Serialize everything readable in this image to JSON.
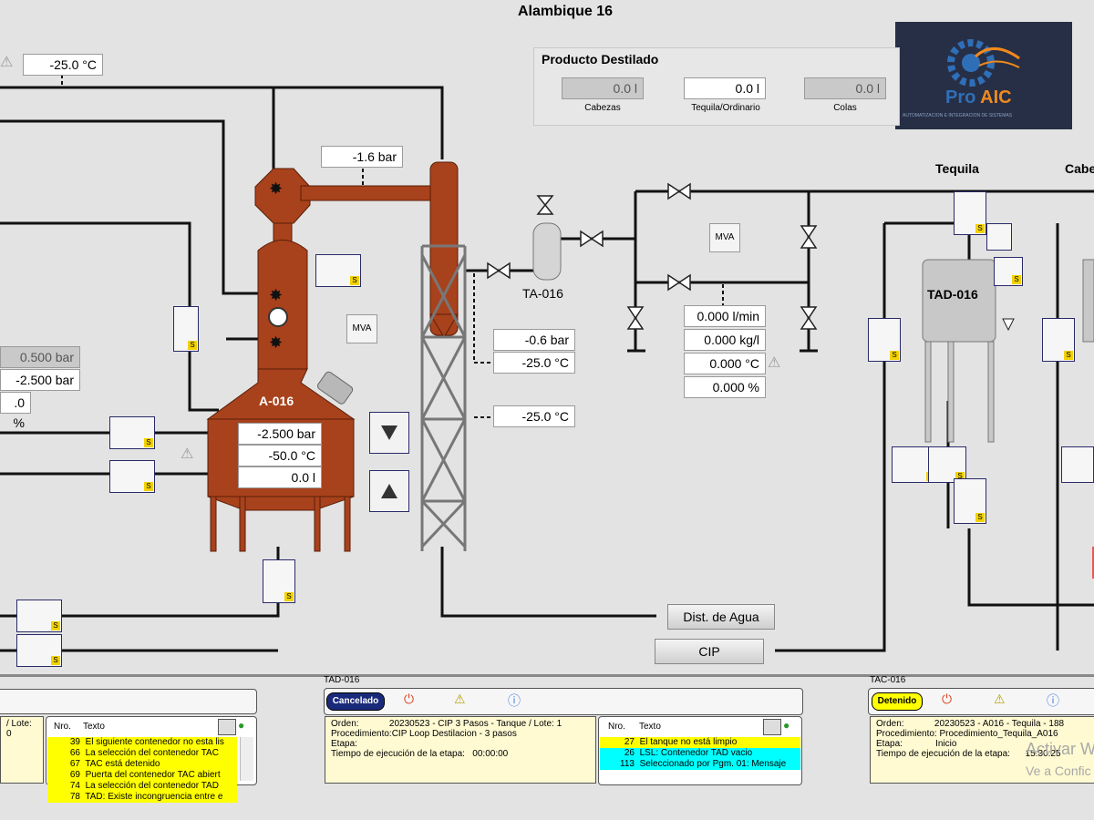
{
  "window": {
    "title": "Alambique 16"
  },
  "logo": {
    "text_pro": "Pro",
    "text_aic": "AIC",
    "tagline": "AUTOMATIZACION E INTEGRACION DE SISTEMAS"
  },
  "top_left": {
    "temp": "-25.0 °C"
  },
  "producto_destilado": {
    "title": "Producto Destilado",
    "cabezas": {
      "value": "0.0  l",
      "label": "Cabezas"
    },
    "tequila": {
      "value": "0.0  l",
      "label": "Tequila/Ordinario"
    },
    "colas": {
      "value": "0.0  l",
      "label": "Colas"
    }
  },
  "still": {
    "name": "A-016",
    "pressure_top": "-1.6 bar",
    "mva_label": "MVA",
    "readings": [
      "-2.500 bar",
      "-50.0 °C",
      "0.0  l"
    ]
  },
  "left_readings": [
    "0.500 bar",
    "-2.500 bar",
    ".0 %"
  ],
  "column": {
    "readings": [
      "-0.6 bar",
      "-25.0 °C",
      "-25.0 °C"
    ]
  },
  "ta": {
    "name": "TA-016"
  },
  "mva2": {
    "label": "MVA"
  },
  "flow": [
    "0.000 l/min",
    "0.000 kg/l",
    "0.000 °C",
    "0.000 %"
  ],
  "tad": {
    "name": "TAD-016",
    "section_tequila": "Tequila",
    "section_cabezas": "Cabe"
  },
  "buttons": {
    "dist_agua": "Dist. de Agua",
    "cip": "CIP"
  },
  "bottom_left": {
    "lote_label": "/ Lote: 0",
    "col_nro": "Nro.",
    "col_texto": "Texto",
    "alarms": [
      {
        "nro": "39",
        "text": "El siguiente contenedor no esta lis"
      },
      {
        "nro": "66",
        "text": "La selección del contenedor TAC"
      },
      {
        "nro": "67",
        "text": "TAC está detenido"
      },
      {
        "nro": "69",
        "text": "Puerta del contenedor TAC abiert"
      },
      {
        "nro": "74",
        "text": "La selección del contenedor TAD"
      },
      {
        "nro": "78",
        "text": "TAD: Existe incongruencia entre e"
      }
    ]
  },
  "tad_panel": {
    "header": "TAD-016",
    "status": "Cancelado",
    "orden_label": "Orden:",
    "orden": "20230523 - CIP 3 Pasos - Tanque / Lote: 1",
    "proc_label": "Procedimiento:",
    "proc": "CIP Loop Destilacion - 3 pasos",
    "etapa_label": "Etapa:",
    "etapa": "",
    "tiempo_label": "Tiempo de ejecución de la etapa:",
    "tiempo": "00:00:00",
    "col_nro": "Nro.",
    "col_texto": "Texto",
    "alarms": [
      {
        "nro": "27",
        "text": "El tanque no está limpio",
        "color": "yellow"
      },
      {
        "nro": "26",
        "text": "LSL: Contenedor TAD vacio",
        "color": "cyan"
      },
      {
        "nro": "113",
        "text": "Seleccionado por Pgm. 01: Mensaje",
        "color": "cyan"
      }
    ]
  },
  "tac_panel": {
    "header": "TAC-016",
    "status": "Detenido",
    "orden_label": "Orden:",
    "orden": "20230523 - A016 - Tequila - 188",
    "proc_label": "Procedimiento:",
    "proc": "Procedimiento_Tequila_A016",
    "etapa_label": "Etapa:",
    "etapa": "Inicio",
    "tiempo_label": "Tiempo de ejecución de la etapa:",
    "tiempo": "15:30:25"
  },
  "watermark": {
    "line1": "Activar W",
    "line2": "Ve a Confic"
  },
  "colors": {
    "copper": "#a8421c",
    "valve_border": "#2a2a6a",
    "alarm_yellow": "#ffff00",
    "alarm_cyan": "#00ffff",
    "logo_bg": "#272f46",
    "logo_orange": "#f08a1c"
  }
}
